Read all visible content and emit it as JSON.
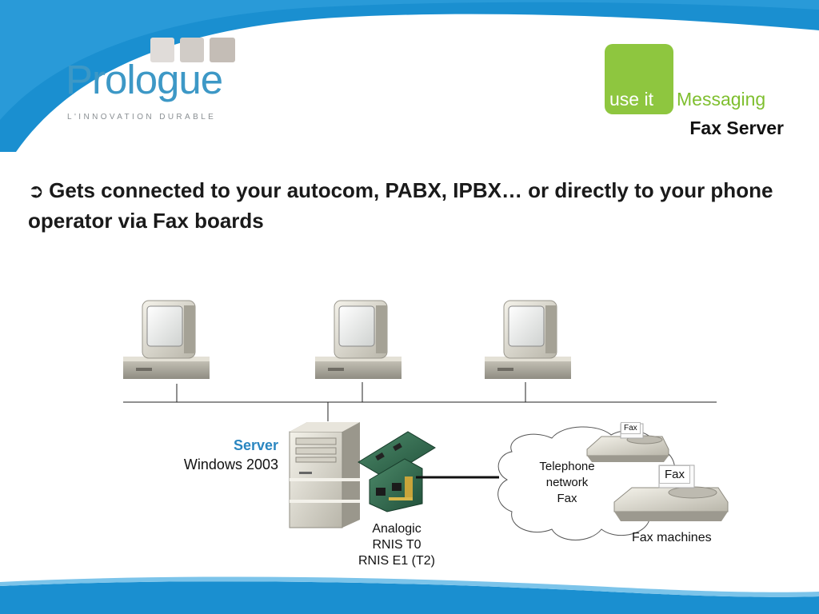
{
  "logo": {
    "name": "Prologue",
    "tagline": "L'INNOVATION DURABLE"
  },
  "brand": {
    "box_text": "use it",
    "product_line": "Messaging",
    "product": "Fax Server"
  },
  "headline": {
    "arrow": "➲",
    "text": "Gets connected  to your autocom, PABX, IPBX… or directly to your phone operator via Fax boards"
  },
  "diagram": {
    "server_title": "Server",
    "server_os": "Windows 2003",
    "board_types": [
      "Analogic",
      "RNIS T0",
      "RNIS E1 (T2)"
    ],
    "network_lines": [
      "Telephone",
      "network",
      "Fax"
    ],
    "fax_machines_label": "Fax machines",
    "fax_tag_small": "Fax",
    "fax_tag_big": "Fax"
  },
  "colors": {
    "banner_blue": "#1a8fd0",
    "logo_blue": "#3d98c6",
    "brand_green": "#8ec63f",
    "server_label_blue": "#2a86c0"
  }
}
